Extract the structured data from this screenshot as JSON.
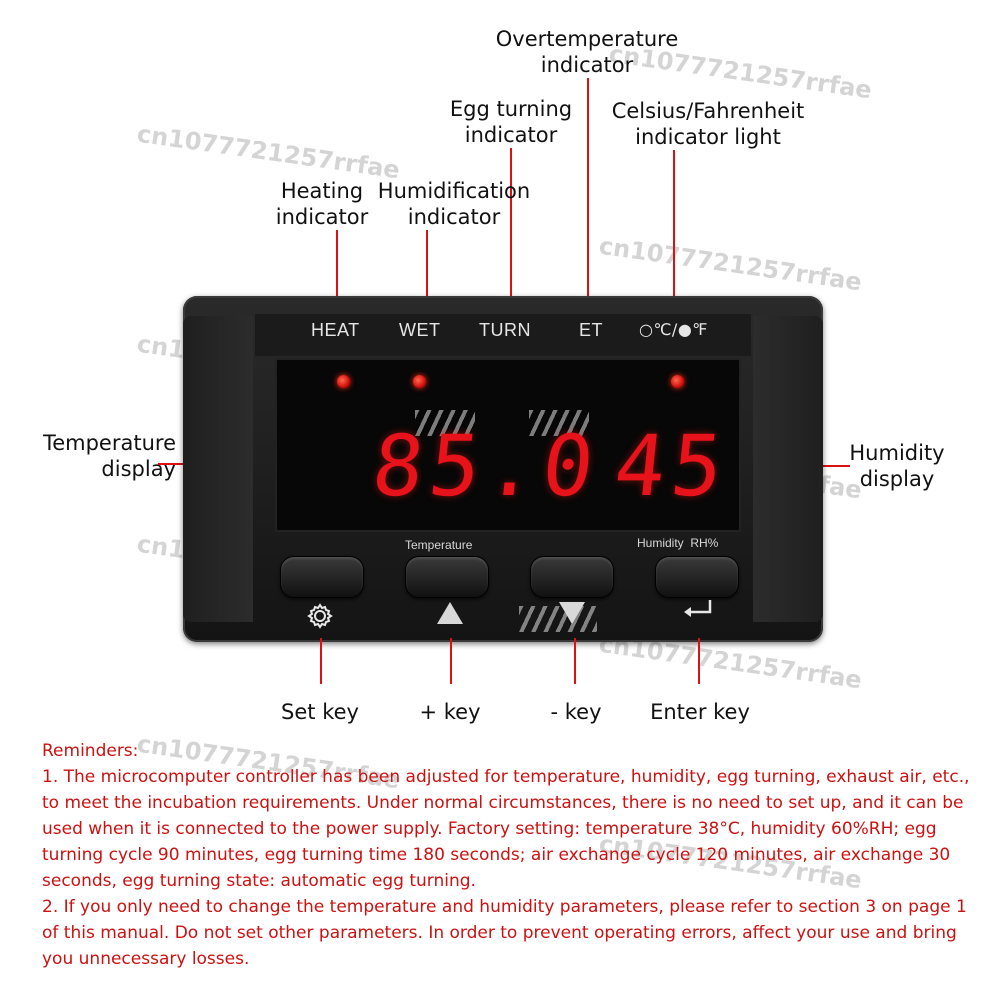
{
  "callouts": {
    "overtemp": "Overtemperature\nindicator",
    "egg_turning": "Egg turning\nindicator",
    "celsius": "Celsius/Fahrenheit\nindicator light",
    "heating": "Heating\nindicator",
    "humidification": "Humidification\nindicator",
    "temperature_display": "Temperature\ndisplay",
    "humidity_display": "Humidity\ndisplay"
  },
  "indicators": {
    "heat": "HEAT",
    "wet": "WET",
    "turn": "TURN",
    "et": "ET",
    "unit": "○℃/●℉"
  },
  "display": {
    "temperature": "85.0",
    "humidity": "45"
  },
  "buttons": {
    "temperature_caption": "Temperature",
    "humidity_caption": "Humidity  RH%",
    "set_icon": "gear-icon",
    "plus_icon": "up-triangle-icon",
    "minus_icon": "down-triangle-icon",
    "enter_icon": "enter-arrow-icon"
  },
  "key_labels": {
    "set": "Set key",
    "plus": "+ key",
    "minus": "- key",
    "enter": "Enter key"
  },
  "watermark": "cn1077721257rrfae",
  "reminders": {
    "title": "Reminders:",
    "item1": "1. The microcomputer controller has been adjusted for temperature, humidity, egg turning, exhaust air, etc., to meet the incubation requirements. Under normal circumstances, there is no need to set up, and it can be used when it is connected to the power supply. Factory setting: temperature 38°C, humidity 60%RH; egg turning cycle 90 minutes, egg turning time 180 seconds; air exchange cycle 120 minutes, air exchange 30 seconds, egg turning state: automatic egg turning.",
    "item2": "2. If you only need to change the temperature and humidity parameters, please refer to section 3 on page 1 of this manual. Do not set other parameters. In order to prevent operating errors, affect your use and bring you unnecessary losses."
  },
  "colors": {
    "accent_red": "#d11111",
    "led_red": "#e8121a",
    "device_body": "#1a1a1a"
  }
}
